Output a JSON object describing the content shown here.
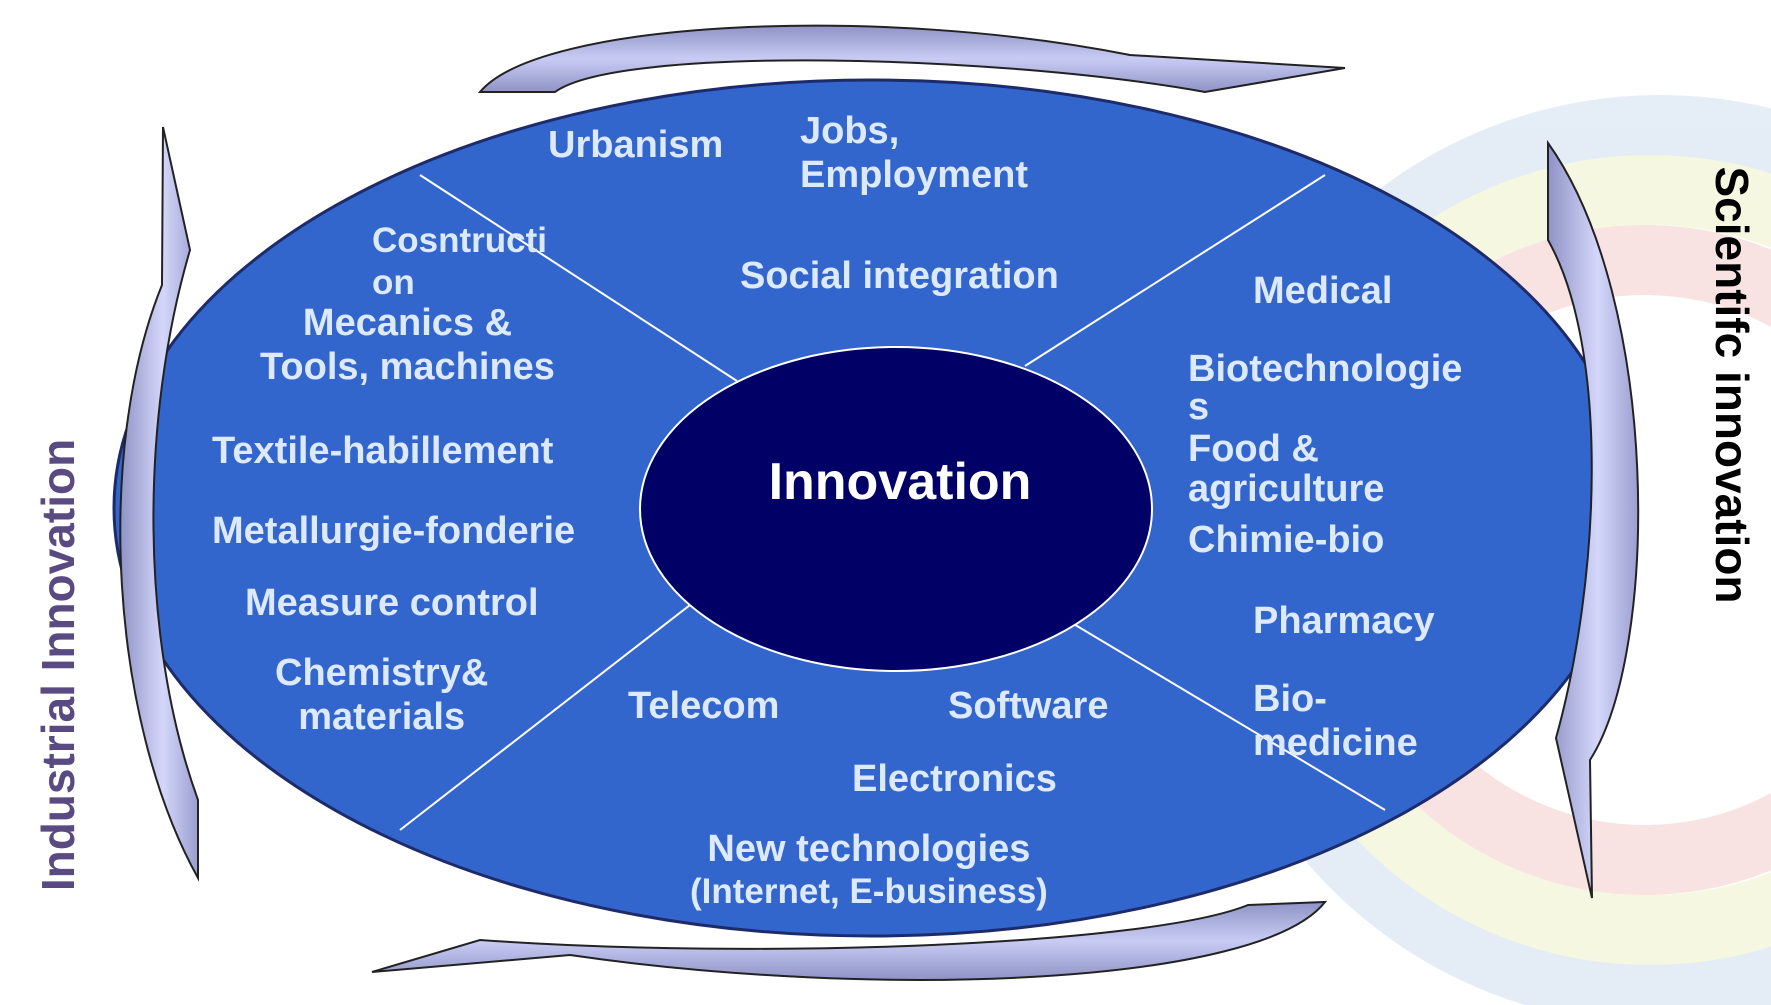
{
  "center_label": "Innovation",
  "side_labels": {
    "left": "Industrial Innovation",
    "right": "Scientifc innovation"
  },
  "top_sector": {
    "urbanism": "Urbanism",
    "jobs_line1": "Jobs,",
    "jobs_line2": "Employment",
    "social": "Social integration"
  },
  "left_sector": {
    "construction_line1": "Cosntructi",
    "construction_line2": "on",
    "mecanics_line1": "Mecanics &",
    "mecanics_line2": "Tools, machines",
    "textile": "Textile-habillement",
    "metallurgie": "Metallurgie-fonderie",
    "measure": "Measure control",
    "chemistry_line1": "Chemistry&",
    "chemistry_line2": "materials"
  },
  "right_sector": {
    "medical": "Medical",
    "biotech_line1": "Biotechnologie",
    "biotech_line2": "s",
    "food_line1": "Food &",
    "food_line2": "agriculture",
    "chimie": "Chimie-bio",
    "pharmacy": "Pharmacy",
    "biomed_line1": "Bio-",
    "biomed_line2": "medicine"
  },
  "bottom_sector": {
    "telecom": "Telecom",
    "software": "Software",
    "electronics": "Electronics",
    "newtech_line1": "New technologies",
    "newtech_line2": "(Internet, E-business)"
  },
  "colors": {
    "outer_ellipse": "#3366cc",
    "inner_ellipse": "#000066",
    "arrow_fill": "#c8ccf4",
    "arrow_shade": "#8f93c6"
  }
}
